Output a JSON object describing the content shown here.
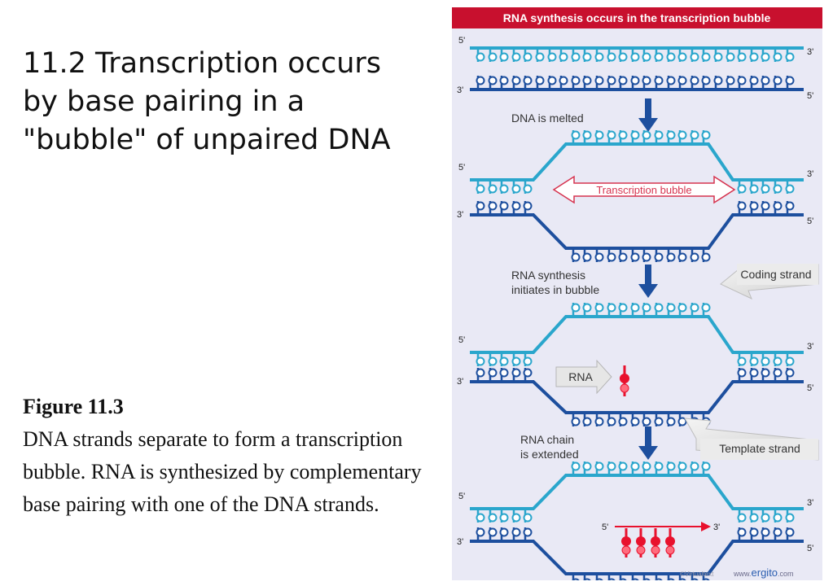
{
  "slide": {
    "title": "11.2 Transcription occurs\nby base pairing in a\n\"bubble\" of unpaired DNA",
    "figure_label": "Figure 11.3",
    "caption": "DNA strands separate to form a transcription bubble. RNA is synthesized by complementary base pairing with one of the DNA strands."
  },
  "diagram": {
    "header": "RNA synthesis occurs in the transcription bubble",
    "end_5": "5'",
    "end_3": "3'",
    "step1_label": "DNA is melted",
    "bubble_label": "Transcription bubble",
    "step2_label_line1": "RNA synthesis",
    "step2_label_line2": "initiates in bubble",
    "coding_strand_label": "Coding strand",
    "rna_label": "RNA",
    "step3_label_line1": "RNA chain",
    "step3_label_line2": "is extended",
    "template_strand_label": "Template strand",
    "credit_left": "©Virtualtext",
    "credit_right_prefix": "www.",
    "credit_right_brand": "ergito",
    "credit_right_suffix": ".com",
    "colors": {
      "panel_bg": "#eaeaf6",
      "header_bg": "#c8102e",
      "coding_strand": "#2aa6cc",
      "template_strand": "#1d4f9e",
      "arrow": "#1d4f9e",
      "rna": "#e8112d",
      "callout_arrow": "#dcdcdc",
      "bubble_arrow_border": "#d6334f"
    },
    "icons": [
      "down-arrow-icon",
      "bubble-double-arrow-icon",
      "callout-arrow-icon",
      "rna-direction-arrow-icon"
    ]
  }
}
